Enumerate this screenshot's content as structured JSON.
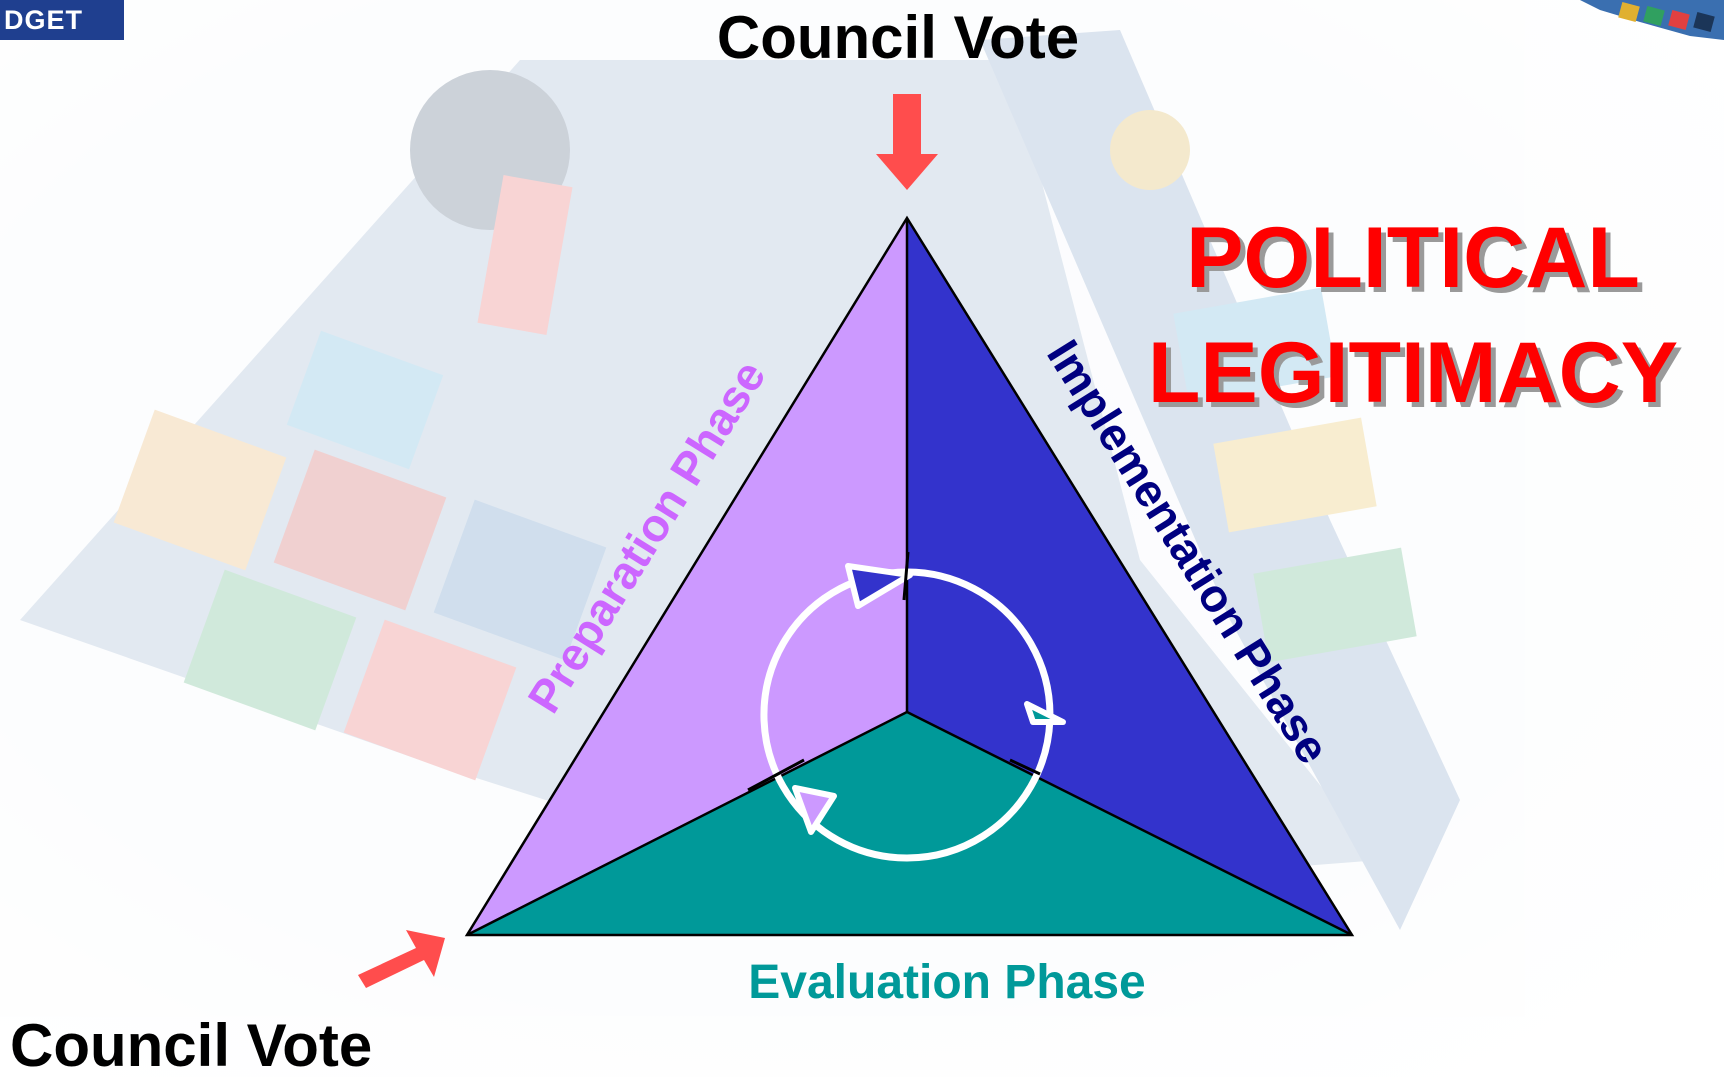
{
  "logo_fragment": "DGET",
  "top_council_vote": "Council Vote",
  "bottom_council_vote": "Council Vote",
  "political_legitimacy": {
    "line1": "POLITICAL",
    "line2": "LEGITIMACY"
  },
  "phases": {
    "preparation": "Preparation Phase",
    "implementation": "Implementation Phase",
    "evaluation": "Evaluation Phase"
  },
  "colors": {
    "preparation": "#cc99ff",
    "implementation": "#3333cc",
    "evaluation": "#009999",
    "arrow": "#ff4d4d",
    "political_legitimacy": "#ff0000",
    "logo_bg": "#1f3f8f",
    "implementation_text": "#000080"
  }
}
